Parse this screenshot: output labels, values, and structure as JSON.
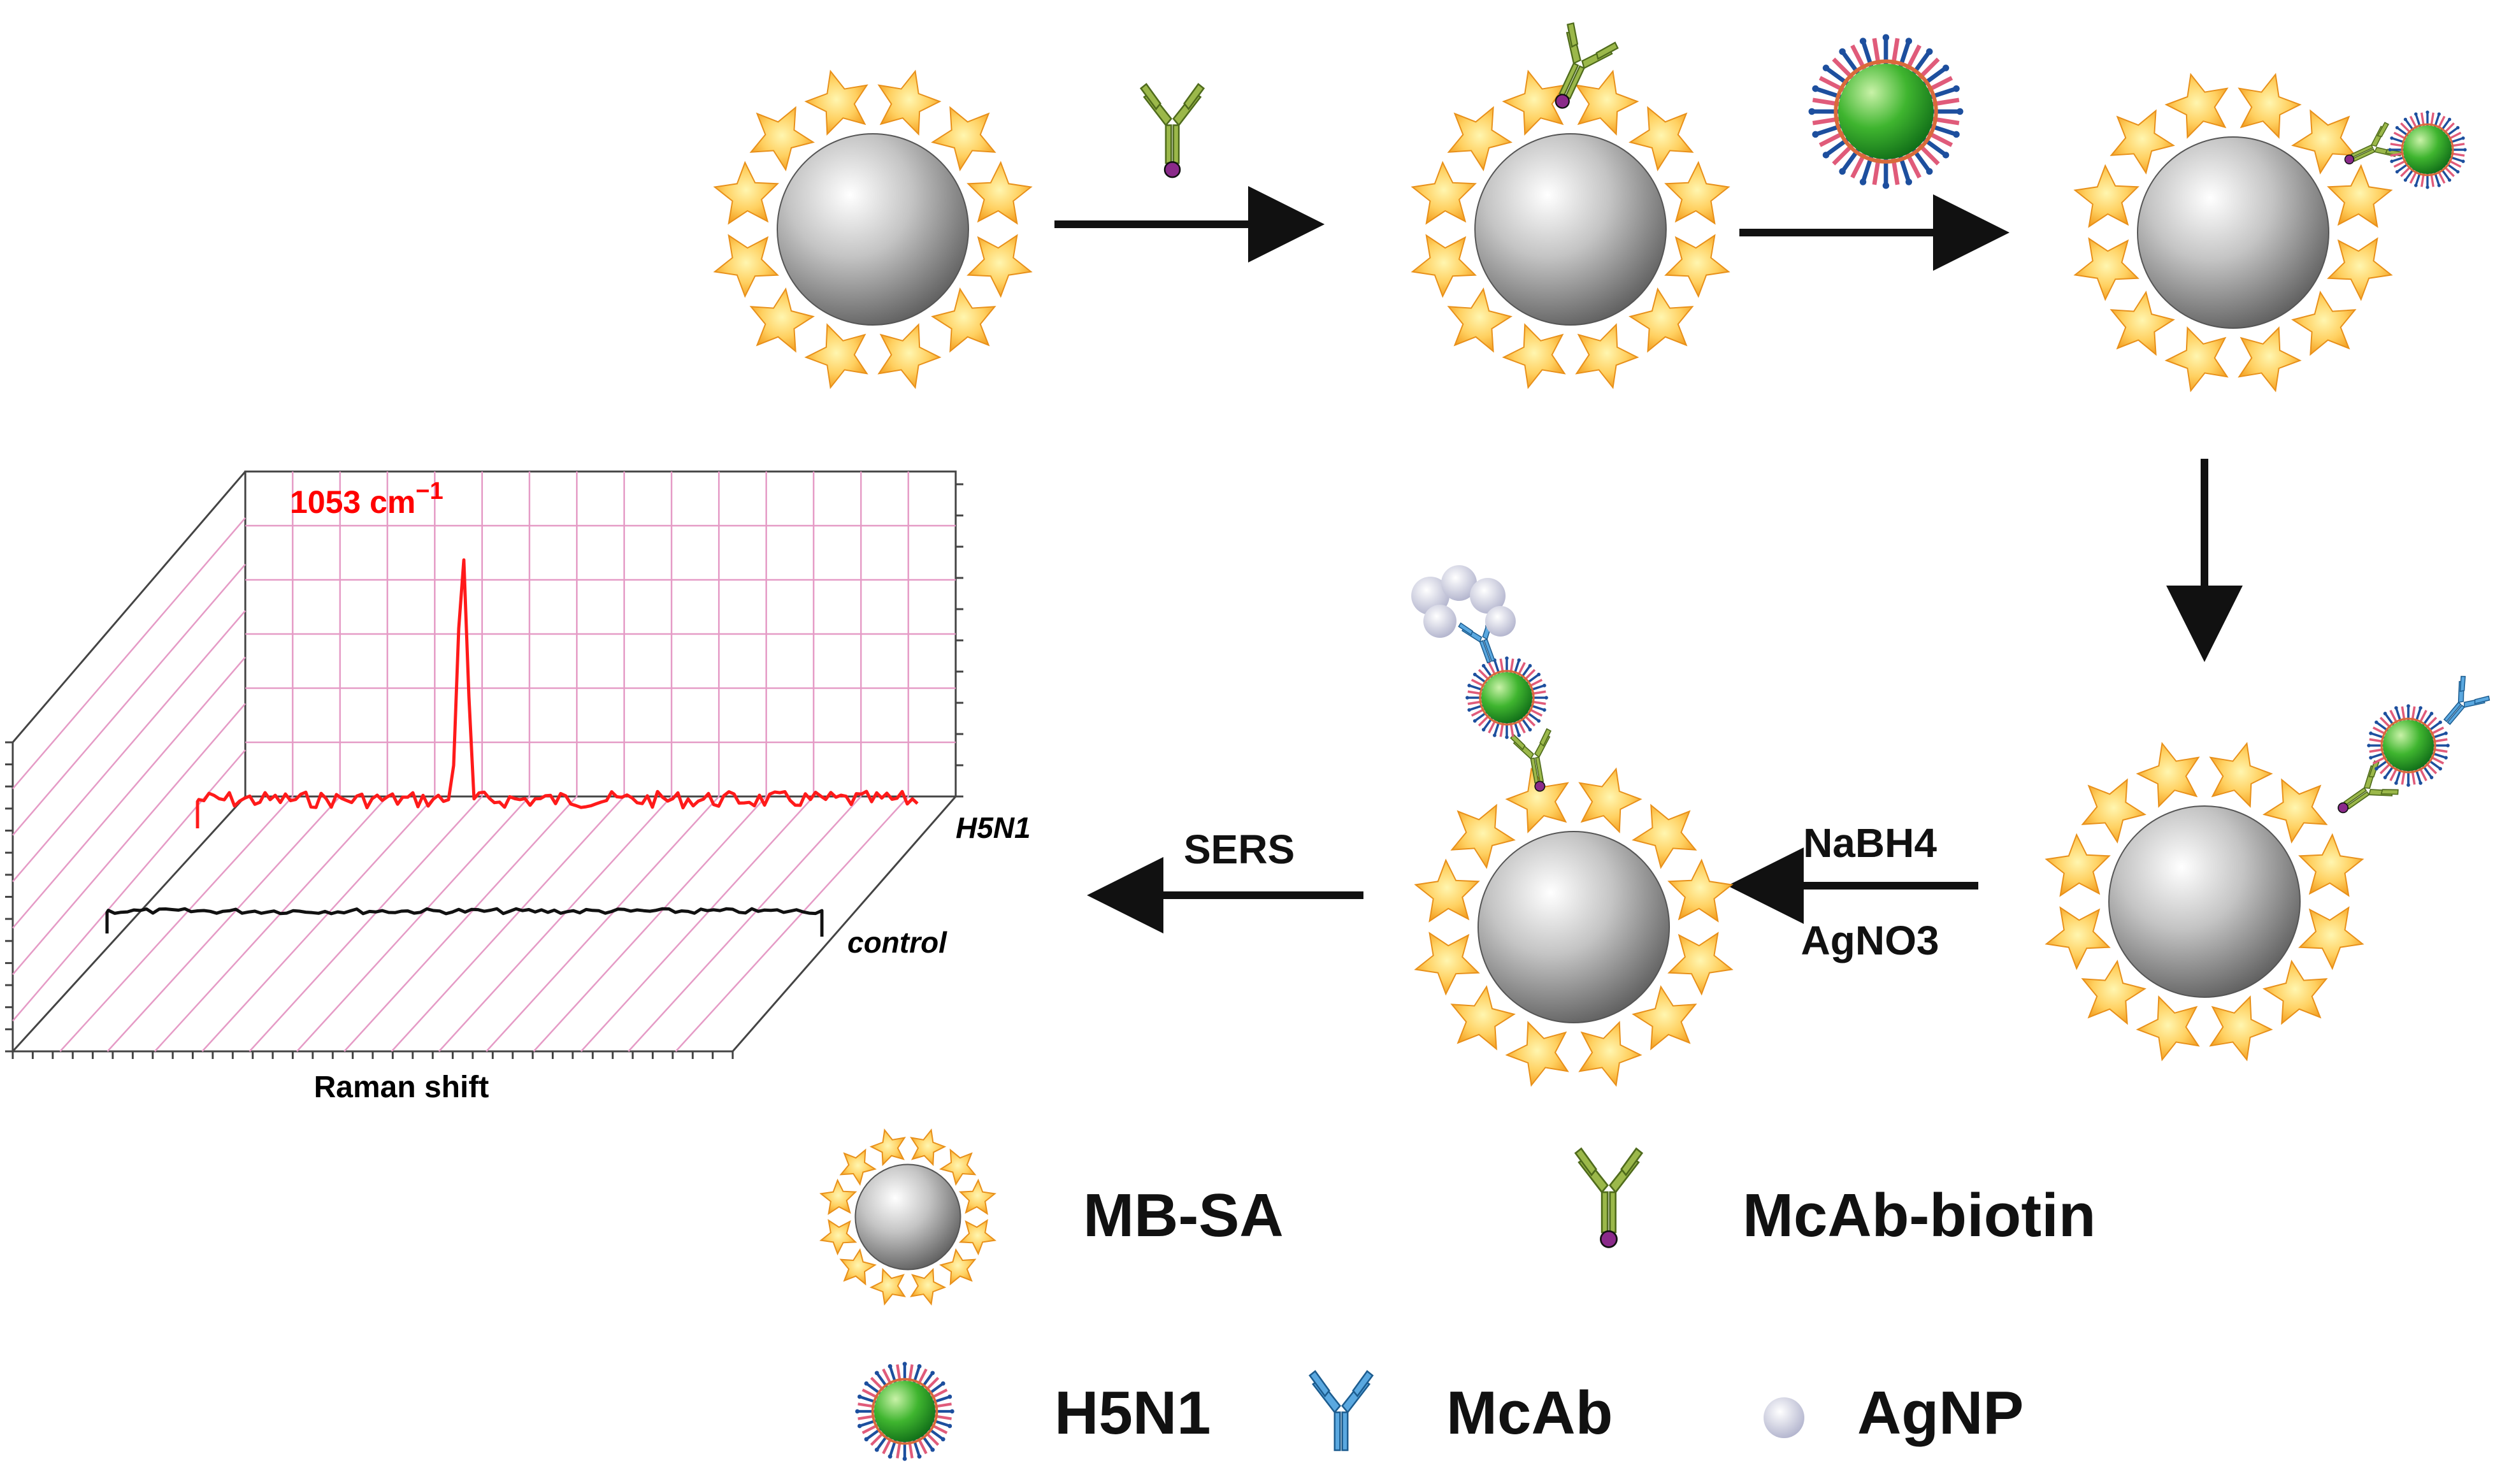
{
  "steps": {
    "sers": "SERS",
    "nabh4": "NaBH4",
    "agno3": "AgNO3"
  },
  "legend": {
    "mbsa": "MB-SA",
    "mcab_biotin": "McAb-biotin",
    "h5n1": "H5N1",
    "mcab": "McAb",
    "agnp": "AgNP"
  },
  "spectrum": {
    "xlabel": "Raman shift",
    "peak_label": "1053 cm",
    "peak_exp": "−1",
    "series_h5n1": "H5N1",
    "series_control": "control"
  },
  "colors": {
    "bead": "#a0a0a0",
    "star": "#f7b52c",
    "antibody_green": "#6f8a2f",
    "antibody_blue": "#2b7ab8",
    "virus_green": "#33a82a",
    "agnp": "#c9cadf",
    "spectrum_red": "#ff0000",
    "grid_pink": "#e59bc6"
  }
}
